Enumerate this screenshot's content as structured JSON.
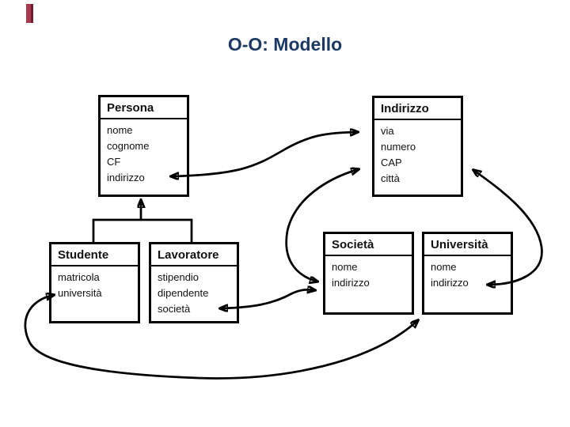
{
  "title": "O-O: Modello",
  "classes": {
    "persona": {
      "name": "Persona",
      "fields": [
        "nome",
        "cognome",
        "CF",
        "indirizzo"
      ]
    },
    "indirizzo": {
      "name": "Indirizzo",
      "fields": [
        "via",
        "numero",
        "CAP",
        "città"
      ]
    },
    "studente": {
      "name": "Studente",
      "fields": [
        "matricola",
        "università"
      ]
    },
    "lavoratore": {
      "name": "Lavoratore",
      "fields": [
        "stipendio",
        "dipendente",
        "società"
      ]
    },
    "societa": {
      "name": "Società",
      "fields": [
        "nome",
        "indirizzo"
      ]
    },
    "universita": {
      "name": "Università",
      "fields": [
        "nome",
        "indirizzo"
      ]
    }
  },
  "edges": [
    {
      "from": "Persona.indirizzo",
      "to": "Indirizzo",
      "style": "curved-double-arrow"
    },
    {
      "from": "Società.indirizzo",
      "to": "Indirizzo",
      "style": "curved-double-arrow"
    },
    {
      "from": "Lavoratore.società",
      "to": "Società",
      "style": "curved-double-arrow"
    },
    {
      "from": "Università.indirizzo",
      "to": "Indirizzo",
      "style": "curved-double-arrow"
    },
    {
      "from": "Studente.università",
      "to": "Università",
      "style": "curved-double-arrow"
    },
    {
      "from": "Studente",
      "to": "Persona",
      "style": "generalization"
    },
    {
      "from": "Lavoratore",
      "to": "Persona",
      "style": "generalization"
    }
  ],
  "colors": {
    "title_text": "#1C3A64",
    "accent_bar": "#A93A4E",
    "accent_bar_edge": "#6F1D2F",
    "diagram_line": "#000000",
    "background": "#FFFFFF"
  }
}
